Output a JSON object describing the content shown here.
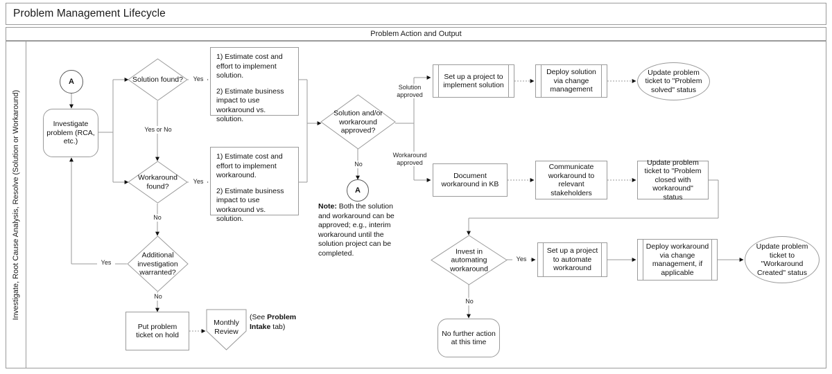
{
  "header": {
    "title": "Problem Management Lifecycle",
    "column_band": "Problem Action and Output",
    "lane_label": "Investigate, Root Cause Analysis, Resolve (Solution or Workaround)"
  },
  "colors": {
    "stroke": "#9a9a9a",
    "text": "#111111",
    "background": "#ffffff"
  },
  "nodes": {
    "connector_a_top": "A",
    "investigate": "Investigate problem (RCA, etc.)",
    "solution_found": "Solution found?",
    "workaround_found": "Workaround found?",
    "additional_investigation": "Additional investigation warranted?",
    "estimate_solution_1": "1) Estimate cost and effort to implement solution.",
    "estimate_solution_2": "2) Estimate business impact to use workaround vs. solution.",
    "estimate_workaround_1": "1) Estimate cost and effort to implement workaround.",
    "estimate_workaround_2": "2) Estimate business impact to use workaround vs. solution.",
    "approval_decision": "Solution and/or workaround approved?",
    "connector_a_bottom": "A",
    "note_label": "Note:",
    "note_text": " Both the solution and workaround can be approved; e.g., interim workaround until the solution project can be completed.",
    "setup_project_solution": "Set up a project to implement solution",
    "deploy_solution": "Deploy solution via change management",
    "update_ticket_solved": "Update problem ticket to \"Problem solved\" status",
    "document_workaround": "Document workaround in KB",
    "communicate_workaround": "Communicate workaround to relevant stakeholders",
    "update_ticket_closed_workaround": "Update problem ticket to \"Problem closed with workaround\" status",
    "invest_automating": "Invest in automating workaround",
    "setup_project_automate": "Set up a project to automate workaround",
    "deploy_workaround": "Deploy workaround via change management, if applicable",
    "update_ticket_workaround_created": "Update problem ticket to \"Workaround Created\" status",
    "no_further_action": "No further action at this time",
    "put_on_hold": "Put problem ticket on hold",
    "monthly_review": "Monthly Review",
    "see_tab_prefix": "(See ",
    "see_tab_bold": "Problem Intake",
    "see_tab_suffix": " tab)"
  },
  "edge_labels": {
    "solution_yes": "Yes",
    "workaround_yes": "Yes",
    "yes_or_no": "Yes or No",
    "workaround_no": "No",
    "additional_yes": "Yes",
    "additional_no": "No",
    "approval_no": "No",
    "solution_approved": "Solution\napproved",
    "workaround_approved": "Workaround\napproved",
    "invest_yes": "Yes",
    "invest_no": "No"
  }
}
